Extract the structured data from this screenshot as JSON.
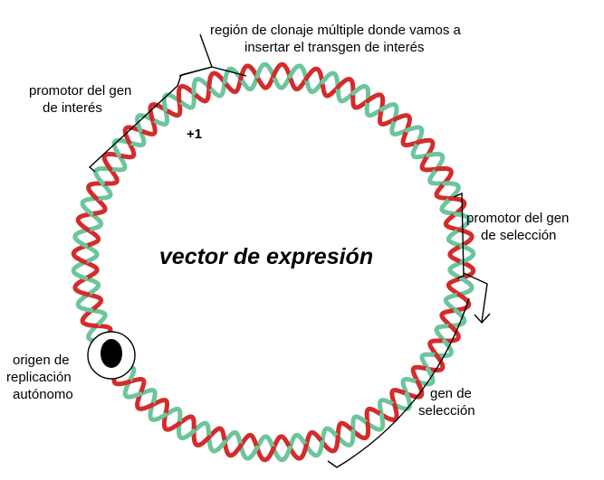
{
  "colors": {
    "strand_green": "#6cc59c",
    "strand_red": "#d42b2b",
    "ink": "#000000",
    "background": "#ffffff"
  },
  "center_title": "vector de expresión",
  "labels": {
    "mcs_line1": "región de clonaje múltiple donde vamos a",
    "mcs_line2": "insertar el transgen de interés",
    "promoter_interest_line1": "promotor del gen",
    "promoter_interest_line2": "de interés",
    "transcription_start": "+1",
    "promoter_selection_line1": "promotor del gen",
    "promoter_selection_line2": "de selección",
    "selection_gene_line1": "gen de",
    "selection_gene_line2": "selección",
    "origin_line1": "origen de",
    "origin_line2": "replicación",
    "origin_line3": "autónomo"
  },
  "icons": {
    "origin_marker": "origin-of-replication-icon",
    "promoter_arrow": "promoter-direction-arrow-icon"
  }
}
